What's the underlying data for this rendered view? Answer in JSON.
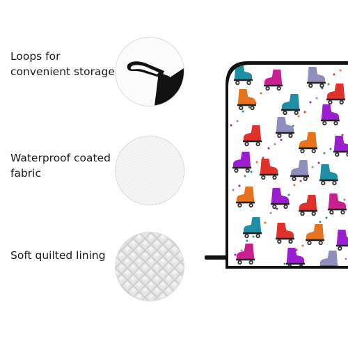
{
  "features": [
    {
      "id": "loops",
      "line1": "Loops for",
      "line2": "convenient storage"
    },
    {
      "id": "waterproof",
      "line1": "Waterproof coated",
      "line2": "fabric"
    },
    {
      "id": "quilted",
      "line1": "Soft quilted lining",
      "line2": ""
    }
  ],
  "colors": {
    "trim": "#111111",
    "fabric_bg": "#ffffff",
    "skates": [
      "#1f8fa6",
      "#e0322b",
      "#e8731f",
      "#9b1fd0",
      "#8f8fbf",
      "#c91f8f"
    ],
    "quilt": "#bfbfbf"
  },
  "icons": [
    "hanging-loop-icon",
    "fabric-texture-icon",
    "quilted-lining-icon",
    "roller-skate-icon"
  ]
}
